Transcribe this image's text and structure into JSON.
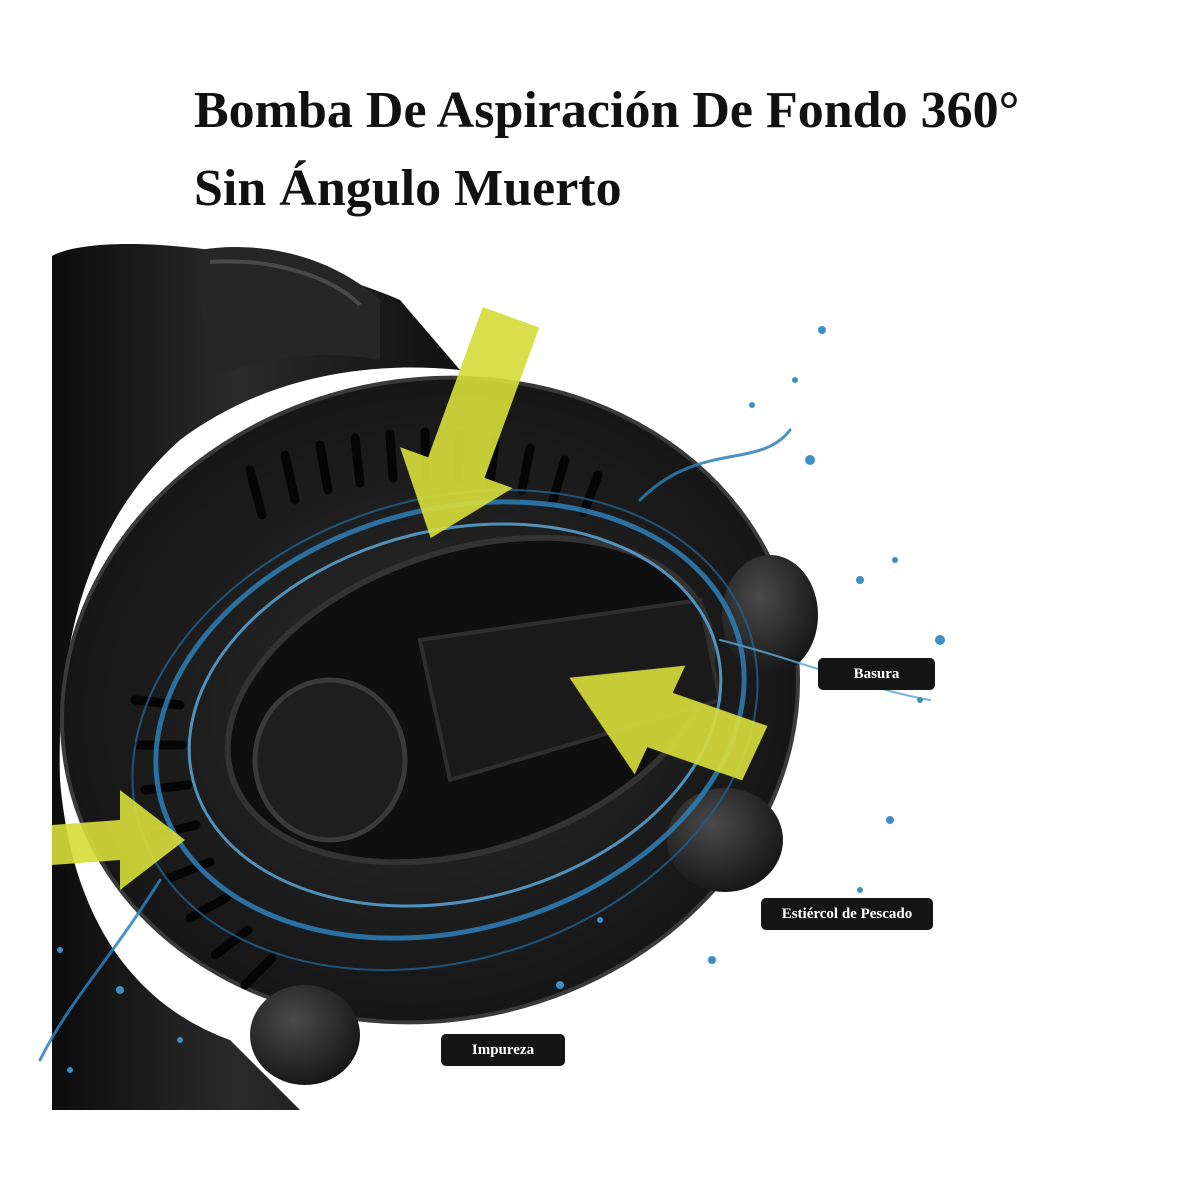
{
  "title": {
    "line1": "Bomba De Aspiración De Fondo 360°",
    "line2": "Sin Ángulo Muerto"
  },
  "labels": {
    "basura": "Basura",
    "estiercol": "Estiércol de Pescado",
    "impureza": "Impureza"
  },
  "colors": {
    "pump_body": "#1c1c1c",
    "arrow": "#d6dd3a",
    "water": "#2d7fb8",
    "label_bg": "#151515",
    "label_text": "#ffffff"
  }
}
